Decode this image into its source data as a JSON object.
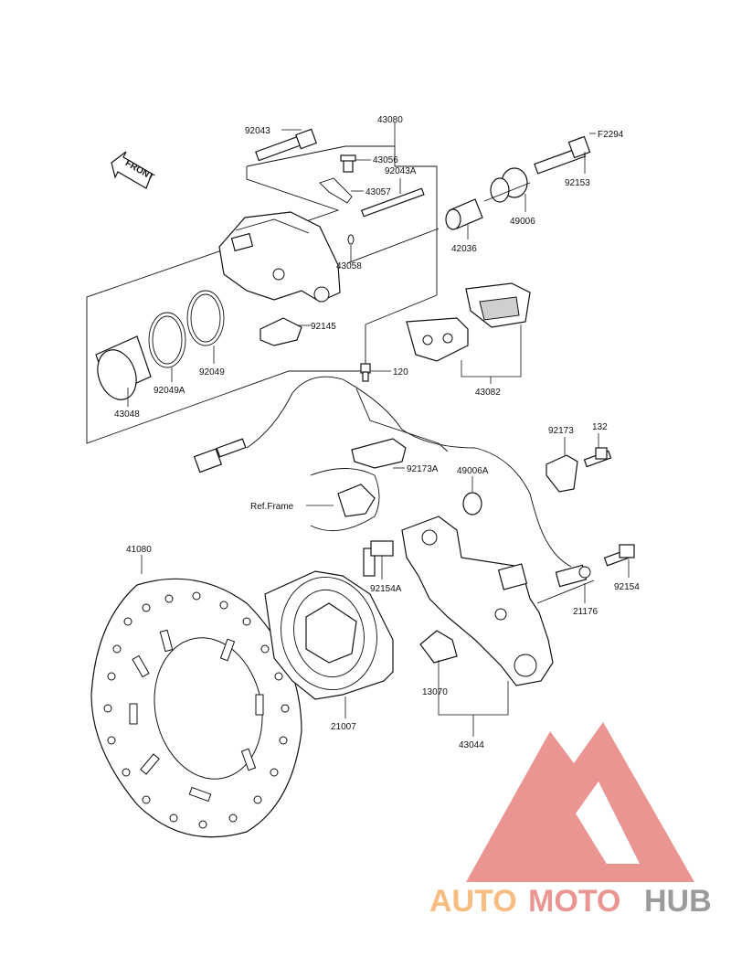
{
  "diagram": {
    "front_label": "FRONT",
    "ref_frame_label": "Ref.Frame",
    "part_labels": {
      "p92043": "92043",
      "p43080": "43080",
      "pF2294": "F2294",
      "p43056": "43056",
      "p92043A": "92043A",
      "p43057": "43057",
      "p92153": "92153",
      "p49006": "49006",
      "p42036": "42036",
      "p43058": "43058",
      "p92145": "92145",
      "p92049": "92049",
      "p92049A": "92049A",
      "p43048": "43048",
      "p43082": "43082",
      "p120": "120",
      "p92173A": "92173A",
      "p49006A": "49006A",
      "p92173": "92173",
      "p132": "132",
      "p41080": "41080",
      "p92154A": "92154A",
      "p92154": "92154",
      "p21176": "21176",
      "p21007": "21007",
      "p13070": "13070",
      "p43044": "43044"
    }
  },
  "watermark": {
    "brand_part1": "AUTO",
    "brand_part2": "MOTO",
    "brand_part3": "HUB",
    "color_orange": "#f6b26b",
    "color_red": "#e8837f",
    "color_gray": "#8a8a8a"
  }
}
